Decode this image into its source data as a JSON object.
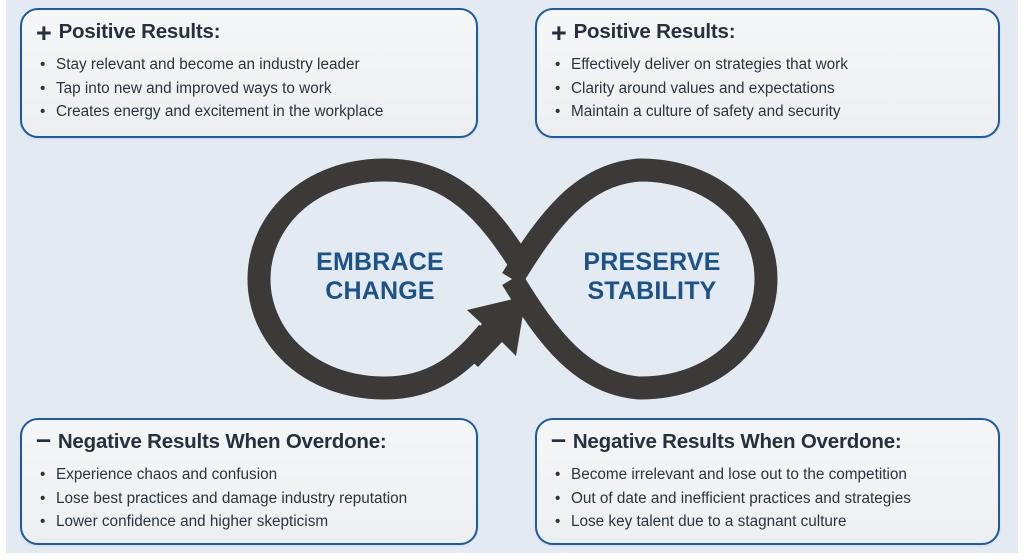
{
  "canvas": {
    "background": "#ffffff",
    "field_background": "#e3eaf1"
  },
  "colors": {
    "box_border": "#1d5a9e",
    "box_fill": "#f2f3f4",
    "heading_text": "#26303e",
    "body_text": "#2a3441",
    "loop_stroke": "#3b3a38",
    "loop_label": "#1b5288"
  },
  "boxes": {
    "top_left": {
      "sign": "+",
      "heading": "Positive Results:",
      "bullets": [
        "Stay relevant and become an industry leader",
        "Tap into new and improved ways to work",
        "Creates energy and excitement in the workplace"
      ]
    },
    "top_right": {
      "sign": "+",
      "heading": "Positive Results:",
      "bullets": [
        "Effectively deliver on strategies that work",
        "Clarity around values and expectations",
        "Maintain a culture of safety and security"
      ]
    },
    "bottom_left": {
      "sign": "–",
      "heading": "Negative Results When Overdone:",
      "bullets": [
        "Experience chaos and confusion",
        "Lose best practices and damage industry reputation",
        "Lower confidence and higher skepticism"
      ]
    },
    "bottom_right": {
      "sign": "–",
      "heading": "Negative Results When Overdone:",
      "bullets": [
        "Become irrelevant and lose out to the competition",
        "Out of date and inefficient practices and strategies",
        "Lose key talent due to a stagnant culture"
      ]
    }
  },
  "infinity": {
    "icon": "infinity-loop-icon",
    "arrow_icon": "arrowhead-icon",
    "left_label": "EMBRACE\nCHANGE",
    "right_label": "PRESERVE\nSTABILITY",
    "bullet_glyph": "•"
  }
}
